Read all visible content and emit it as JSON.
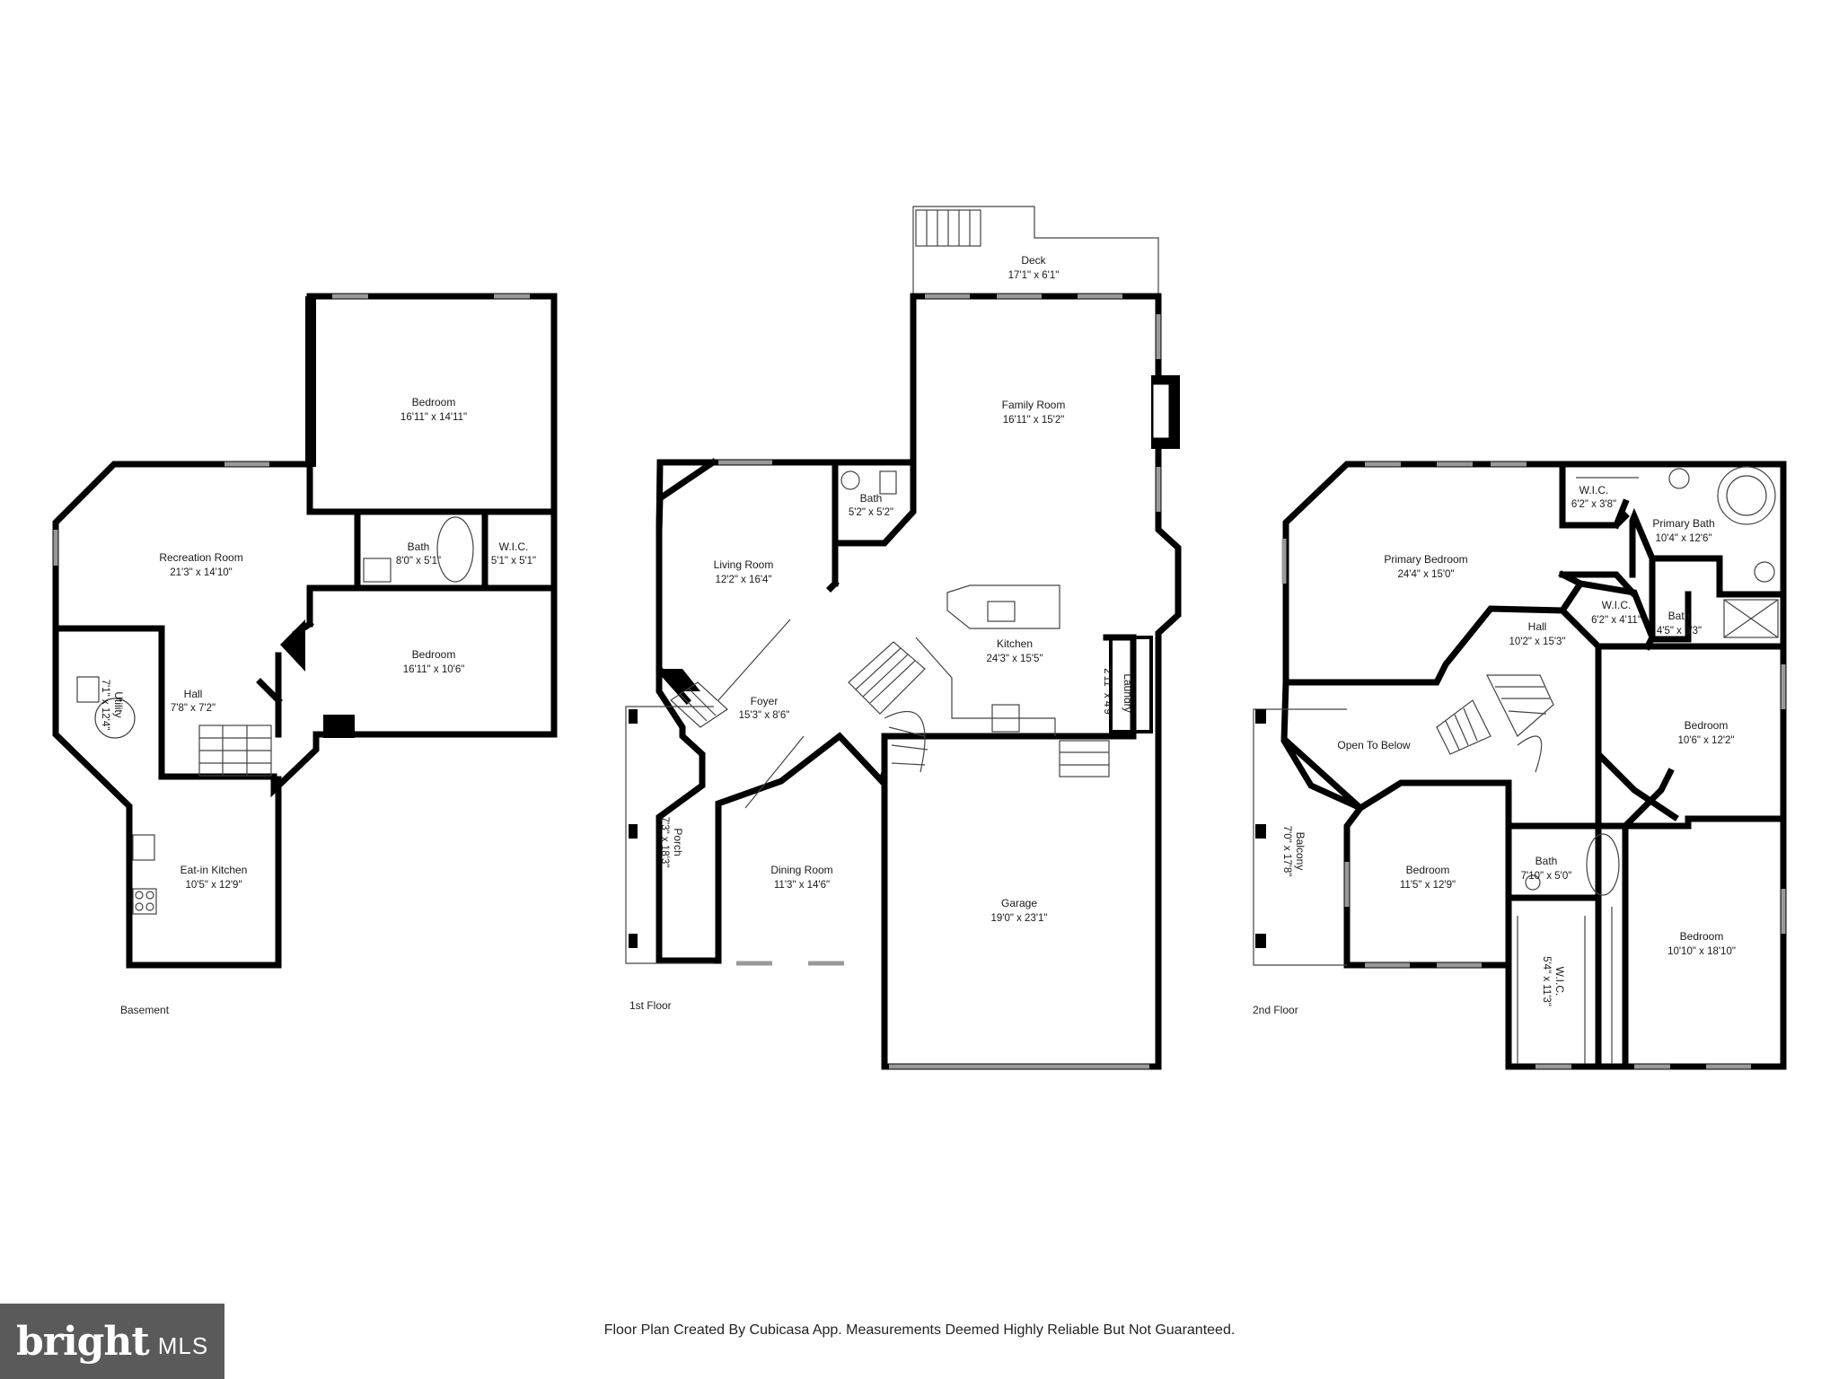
{
  "floors": [
    {
      "label": "Basement",
      "rooms": [
        {
          "name": "Bedroom",
          "dims": "16'11\" x 14'11\""
        },
        {
          "name": "Recreation Room",
          "dims": "21'3\" x 14'10\""
        },
        {
          "name": "Bath",
          "dims": "8'0\" x 5'1\""
        },
        {
          "name": "W.I.C.",
          "dims": "5'1\" x 5'1\""
        },
        {
          "name": "Bedroom",
          "dims": "16'11\" x 10'6\""
        },
        {
          "name": "Utility",
          "dims": "7'1\" x 12'4\""
        },
        {
          "name": "Hall",
          "dims": "7'8\" x 7'2\""
        },
        {
          "name": "Eat-in Kitchen",
          "dims": "10'5\" x 12'9\""
        }
      ]
    },
    {
      "label": "1st Floor",
      "rooms": [
        {
          "name": "Deck",
          "dims": "17'1\" x 6'1\""
        },
        {
          "name": "Family Room",
          "dims": "16'11\" x 15'2\""
        },
        {
          "name": "Bath",
          "dims": "5'2\" x 5'2\""
        },
        {
          "name": "Living Room",
          "dims": "12'2\" x 16'4\""
        },
        {
          "name": "Kitchen",
          "dims": "24'3\" x 15'5\""
        },
        {
          "name": "Laundry",
          "dims": "2'11\" x 4'9\""
        },
        {
          "name": "Foyer",
          "dims": "15'3\" x 8'6\""
        },
        {
          "name": "Porch",
          "dims": "7'3\" x 18'3\""
        },
        {
          "name": "Dining Room",
          "dims": "11'3\" x 14'6\""
        },
        {
          "name": "Garage",
          "dims": "19'0\" x 23'1\""
        }
      ]
    },
    {
      "label": "2nd Floor",
      "rooms": [
        {
          "name": "W.I.C.",
          "dims": "6'2\" x 3'8\""
        },
        {
          "name": "Primary Bath",
          "dims": "10'4\" x 12'6\""
        },
        {
          "name": "Primary Bedroom",
          "dims": "24'4\" x 15'0\""
        },
        {
          "name": "W.I.C.",
          "dims": "6'2\" x 4'11\""
        },
        {
          "name": "Bath",
          "dims": "4'5\" x 3'3\""
        },
        {
          "name": "Hall",
          "dims": "10'2\" x 15'3\""
        },
        {
          "name": "Open To Below",
          "dims": ""
        },
        {
          "name": "Bedroom",
          "dims": "10'6\" x 12'2\""
        },
        {
          "name": "Balcony",
          "dims": "7'0\" x 17'8\""
        },
        {
          "name": "Bedroom",
          "dims": "11'5\" x 12'9\""
        },
        {
          "name": "Bath",
          "dims": "7'10\" x 5'0\""
        },
        {
          "name": "W.I.C.",
          "dims": "5'4\" x 11'3\""
        },
        {
          "name": "Bedroom",
          "dims": "10'10\" x 18'10\""
        }
      ]
    }
  ],
  "footer": "Floor Plan Created By Cubicasa App. Measurements Deemed Highly Reliable But Not Guaranteed.",
  "logo": {
    "brand": "bright",
    "sub": "MLS"
  }
}
